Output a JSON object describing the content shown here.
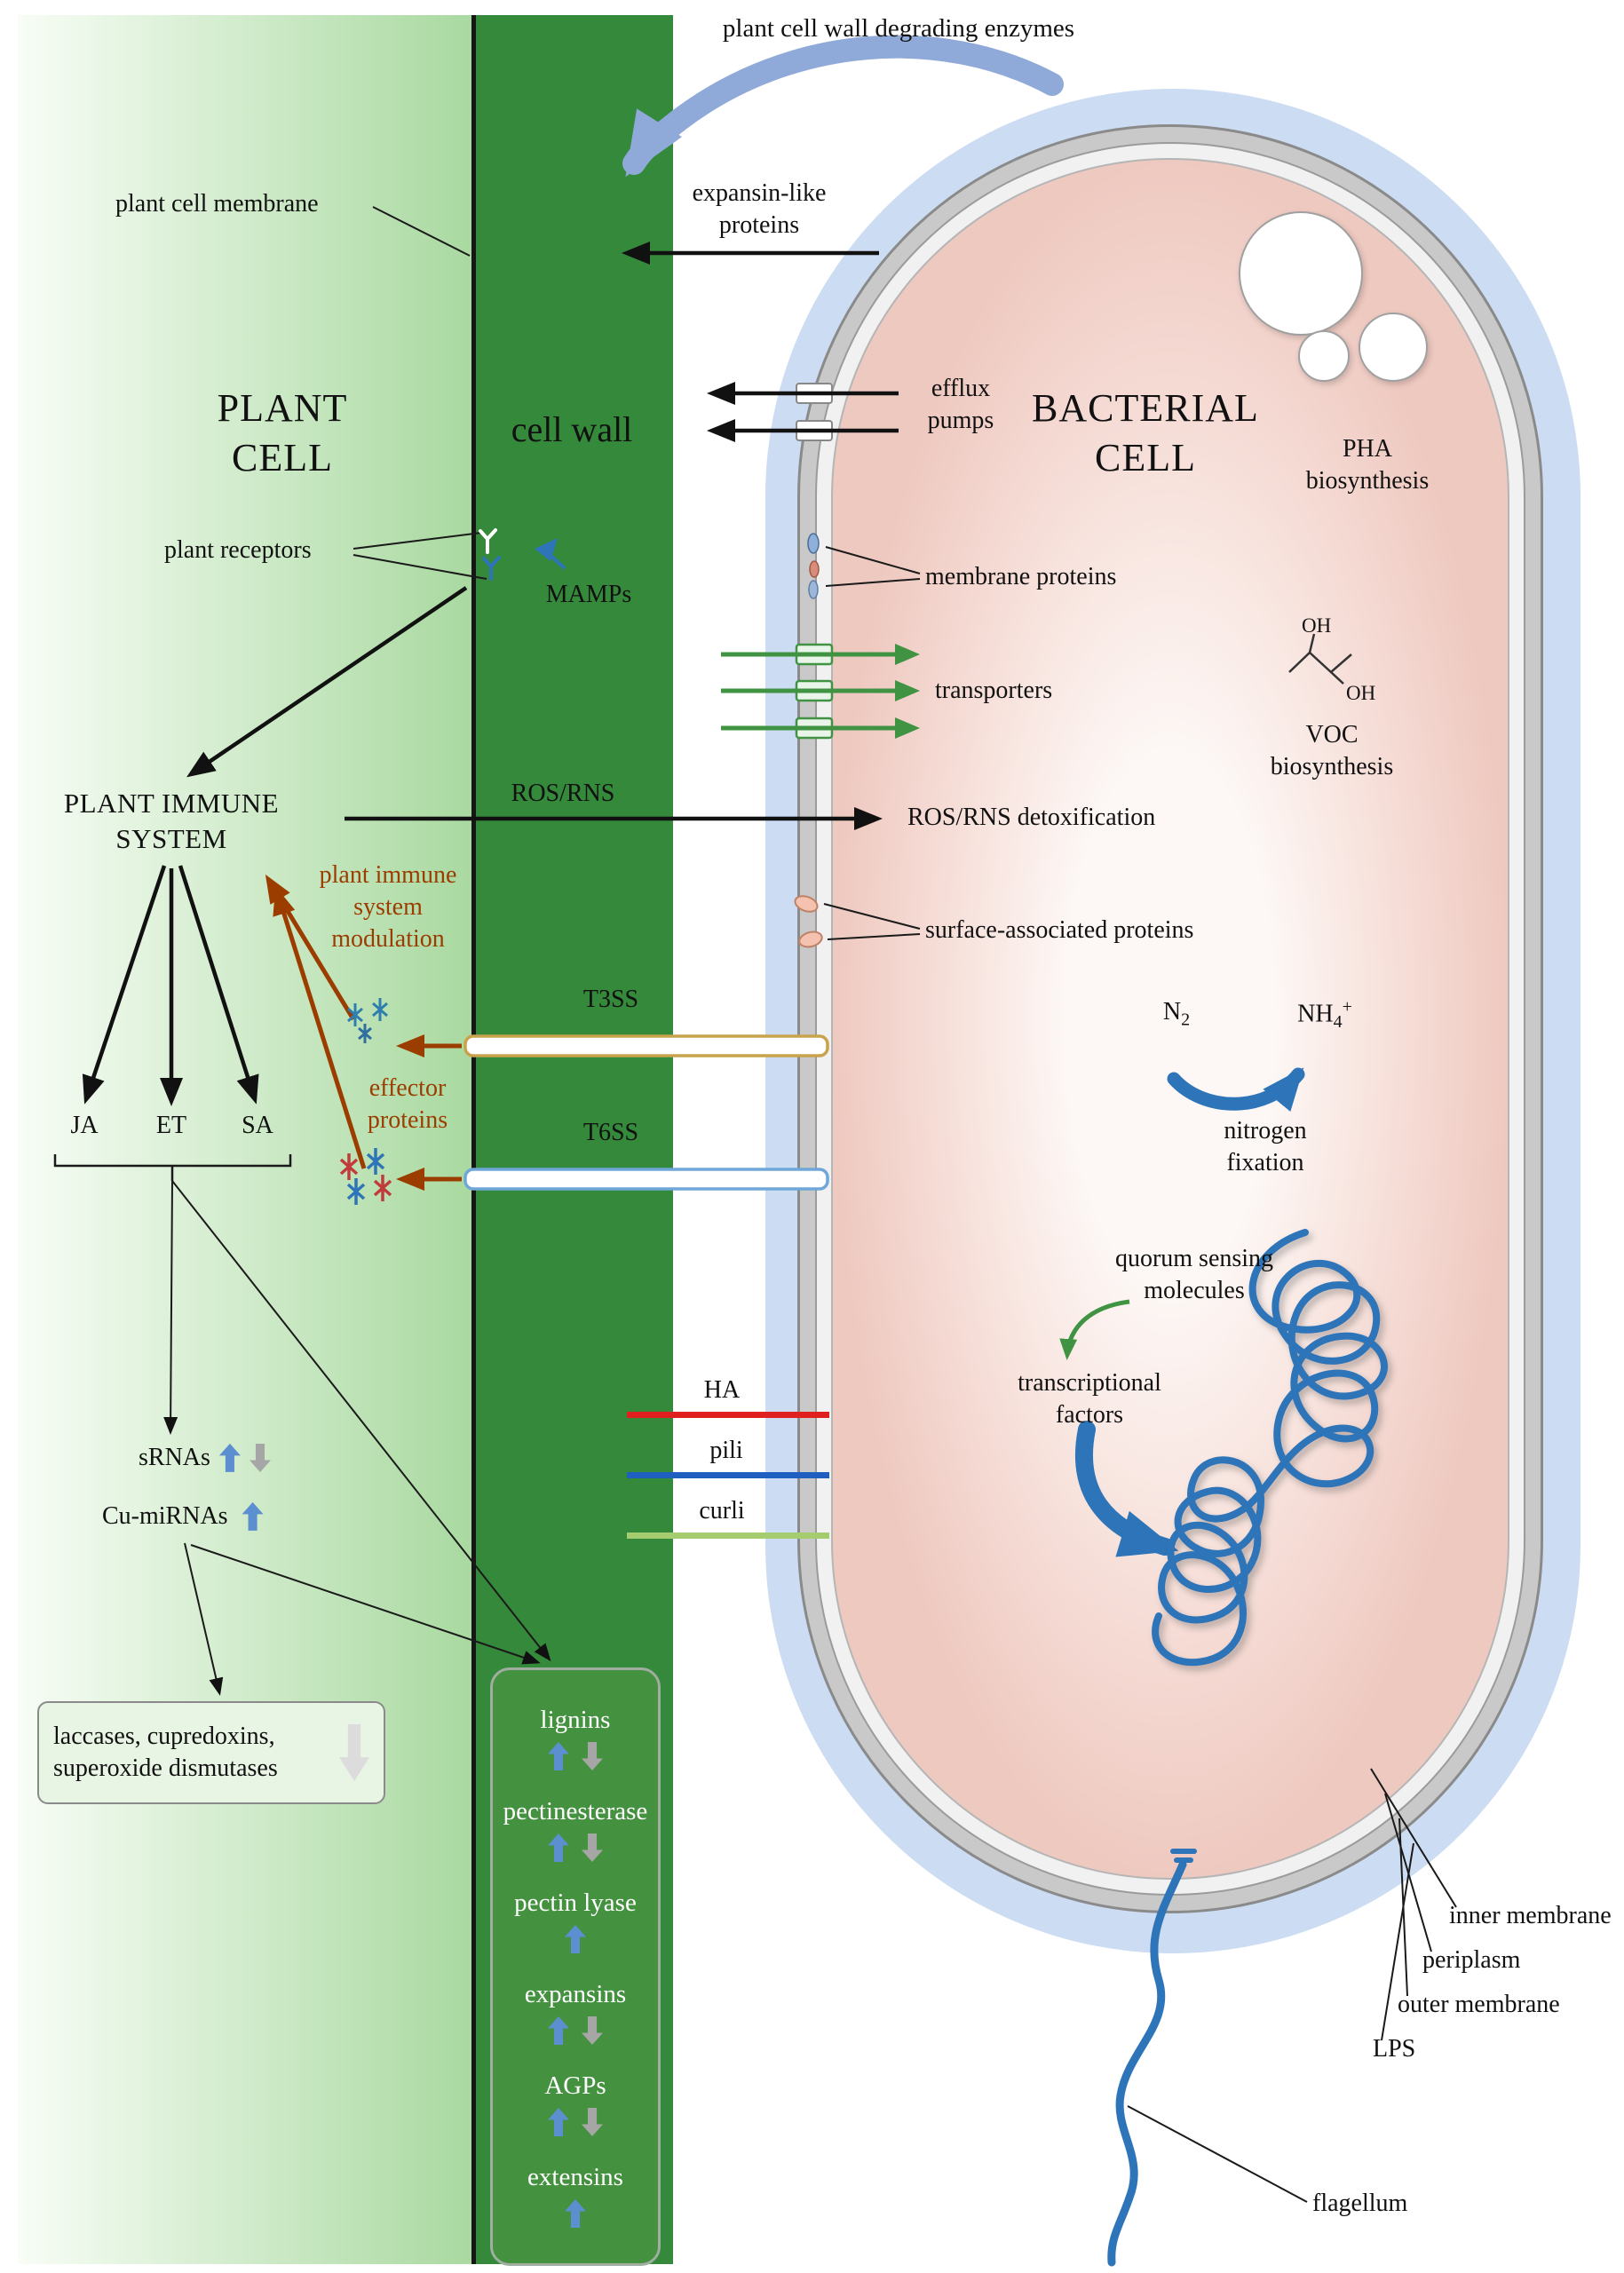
{
  "colors": {
    "plant_gradient_start": "#f8fdf6",
    "plant_gradient_end": "#a9d9a0",
    "cell_wall_green": "#35893a",
    "box_green": "#44913f",
    "capsule_blue": "#ccdcf2",
    "membrane_gray": "#c9c9c9",
    "membrane_edge": "#8a8a8a",
    "periplasm_fill": "#f1f1f1",
    "cyto_edge": "#eec9c0",
    "cyto_center": "#fdf8f6",
    "dark_red": "#9c3d00",
    "green_arrow": "#3f9342",
    "blue": "#2e74b8",
    "light_blue_arrow": "#8fa9d9",
    "red_line": "#e01f1f",
    "pili_blue": "#1f5fc0",
    "curli_green": "#a6cc70",
    "up_arrow_blue": "#5b8fd0",
    "down_arrow_gray": "#a6a6a6",
    "t3ss_border": "#c8a34c",
    "t6ss_border": "#6fa8d8"
  },
  "labels": {
    "degrading_enzymes": "plant cell wall degrading enzymes",
    "plant_cell_membrane": "plant cell membrane",
    "expansin_line1": "expansin-like",
    "expansin_line2": "proteins",
    "plant_cell_1": "PLANT",
    "plant_cell_2": "CELL",
    "cell_wall": "cell wall",
    "efflux_1": "efflux",
    "efflux_2": "pumps",
    "bacterial_1": "BACTERIAL",
    "bacterial_2": "CELL",
    "pha_1": "PHA",
    "pha_2": "biosynthesis",
    "plant_receptors": "plant receptors",
    "mamps": "MAMPs",
    "membrane_proteins": "membrane proteins",
    "transporters": "transporters",
    "oh": "OH",
    "voc_1": "VOC",
    "voc_2": "biosynthesis",
    "ros_rns": "ROS/RNS",
    "ros_detox": "ROS/RNS detoxification",
    "pis_1": "PLANT IMMUNE",
    "pis_2": "SYSTEM",
    "modulation_1": "plant immune",
    "modulation_2": "system",
    "modulation_3": "modulation",
    "surface_proteins": "surface-associated proteins",
    "t3ss": "T3SS",
    "effector_1": "effector",
    "effector_2": "proteins",
    "t6ss": "T6SS",
    "ja": "JA",
    "et": "ET",
    "sa": "SA",
    "n_base": "N",
    "n_sub": "2",
    "nh_base": "NH",
    "nh_sub": "4",
    "nh_sup": "+",
    "nitrogen_1": "nitrogen",
    "nitrogen_2": "fixation",
    "quorum_1": "quorum sensing",
    "quorum_2": "molecules",
    "tf_1": "transcriptional",
    "tf_2": "factors",
    "ha": "HA",
    "pili": "pili",
    "curli": "curli",
    "srnas": "sRNAs",
    "cu_mirnas": "Cu-miRNAs",
    "laccases_1": "laccases, cupredoxins,",
    "laccases_2": "superoxide dismutases",
    "inner_membrane": "inner membrane",
    "periplasm": "periplasm",
    "outer_membrane": "outer membrane",
    "lps": "LPS",
    "flagellum": "flagellum"
  },
  "wall_box": {
    "items": [
      {
        "name": "lignins",
        "up": true,
        "down": true
      },
      {
        "name": "pectinesterase",
        "up": true,
        "down": true
      },
      {
        "name": "pectin lyase",
        "up": true,
        "down": false
      },
      {
        "name": "expansins",
        "up": true,
        "down": true
      },
      {
        "name": "AGPs",
        "up": true,
        "down": true
      },
      {
        "name": "extensins",
        "up": true,
        "down": false
      }
    ]
  }
}
